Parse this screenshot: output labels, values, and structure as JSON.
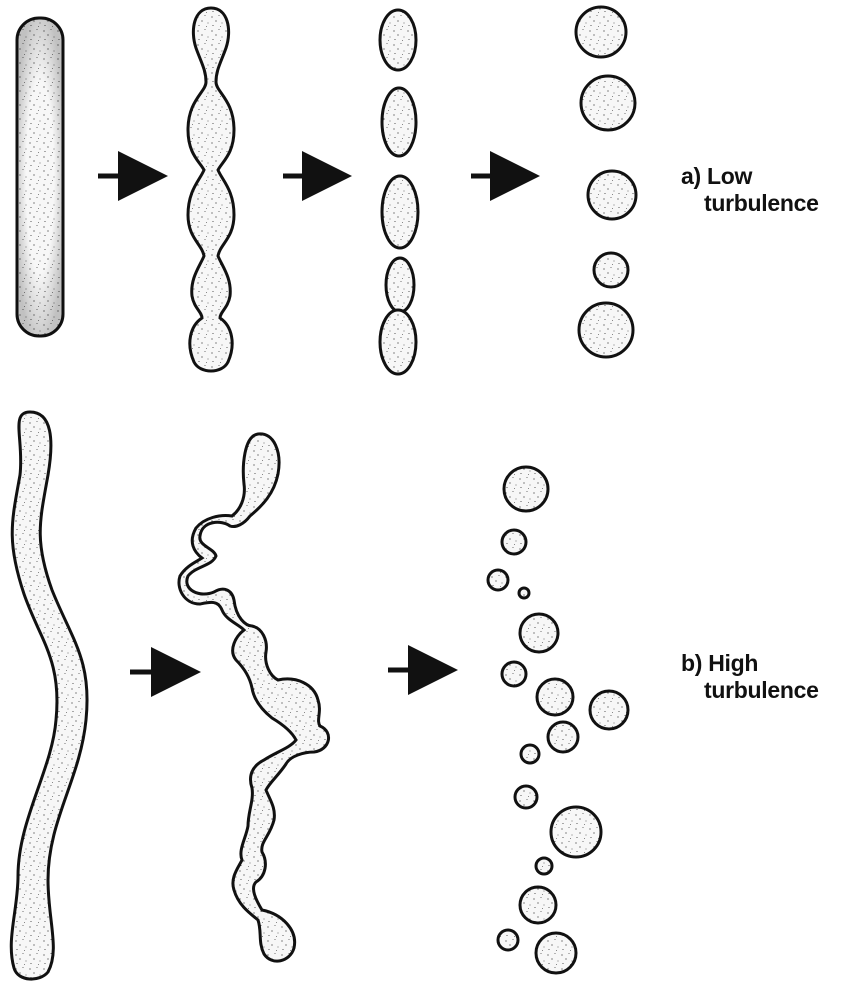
{
  "labels": {
    "a_line1": "a) Low",
    "a_line2": "turbulence",
    "b_line1": "b) High",
    "b_line2": "turbulence"
  },
  "colors": {
    "ink": "#111111",
    "fill": "#f6f6f6",
    "stipple": "#333333"
  }
}
